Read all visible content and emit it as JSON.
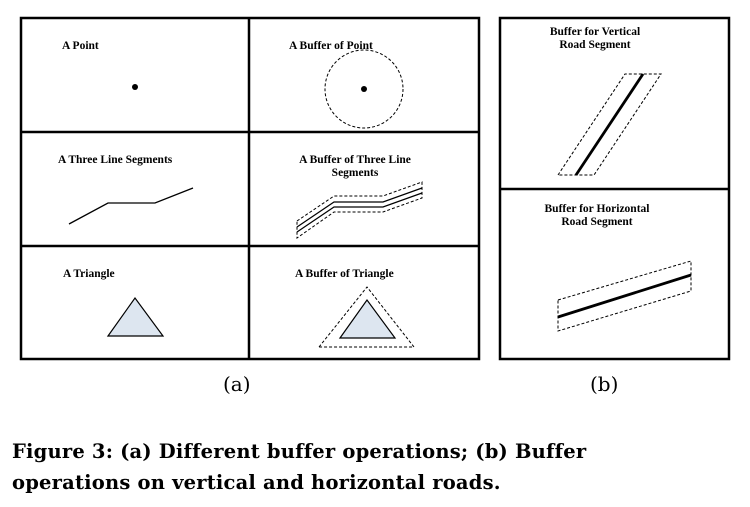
{
  "panel_a": {
    "cells": [
      {
        "label": "A Point"
      },
      {
        "label": "A Buffer of Point"
      },
      {
        "label": "A Three Line Segments"
      },
      {
        "label": "A Buffer of Three Line\nSegments"
      },
      {
        "label": "A Triangle"
      },
      {
        "label": "A Buffer of Triangle"
      }
    ],
    "sublabel": "(a)"
  },
  "panel_b": {
    "cells": [
      {
        "label": "Buffer for Vertical\nRoad Segment"
      },
      {
        "label": "Buffer for Horizontal\nRoad Segment"
      }
    ],
    "sublabel": "(b)"
  },
  "caption": {
    "line1": "Figure 3: (a) Different buffer operations; (b) Buffer",
    "line2": "operations on vertical and horizontal roads."
  }
}
